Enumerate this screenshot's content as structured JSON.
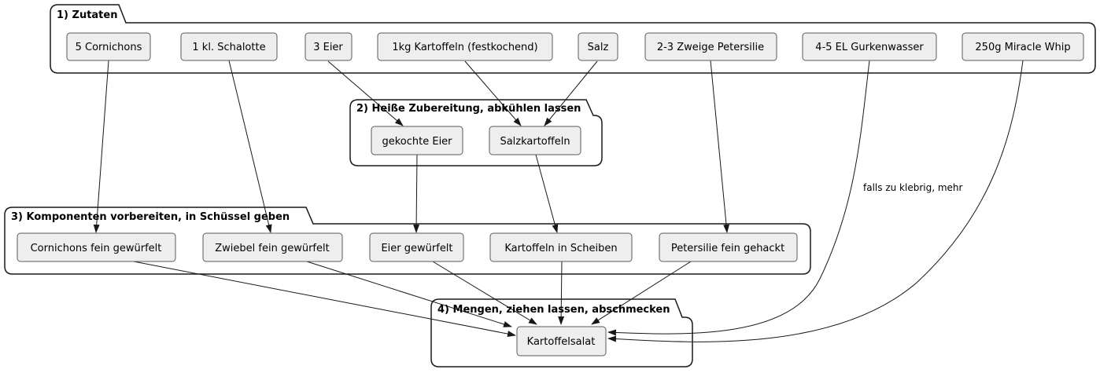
{
  "diagram": {
    "type": "flowchart",
    "background": "#ffffff",
    "colors": {
      "node_fill": "#eeeeee",
      "node_border": "#595959",
      "frame_border": "#181818",
      "edge": "#181818",
      "text": "#000000"
    },
    "groups": [
      {
        "title": "1) Zutaten",
        "nodes": [
          "5 Cornichons",
          "1 kl. Schalotte",
          "3 Eier",
          "1kg Kartoffeln (festkochend)",
          "Salz",
          "2-3 Zweige Petersilie",
          "4-5 EL Gurkenwasser",
          "250g Miracle Whip"
        ]
      },
      {
        "title": "2) Heiße Zubereitung, abkühlen lassen",
        "nodes": [
          "gekochte Eier",
          "Salzkartoffeln"
        ]
      },
      {
        "title": "3) Komponenten vorbereiten, in Schüssel geben",
        "nodes": [
          "Cornichons fein gewürfelt",
          "Zwiebel fein gewürfelt",
          "Eier gewürfelt",
          "Kartoffeln in Scheiben",
          "Petersilie fein gehackt"
        ]
      },
      {
        "title": "4) Mengen, ziehen lassen, abschmecken",
        "nodes": [
          "Kartoffelsalat"
        ]
      }
    ],
    "edges": [
      {
        "from": "5 Cornichons",
        "to": "Cornichons fein gewürfelt",
        "label": ""
      },
      {
        "from": "1 kl. Schalotte",
        "to": "Zwiebel fein gewürfelt",
        "label": ""
      },
      {
        "from": "3 Eier",
        "to": "gekochte Eier",
        "label": ""
      },
      {
        "from": "1kg Kartoffeln (festkochend)",
        "to": "Salzkartoffeln",
        "label": ""
      },
      {
        "from": "Salz",
        "to": "Salzkartoffeln",
        "label": ""
      },
      {
        "from": "2-3 Zweige Petersilie",
        "to": "Petersilie fein gehackt",
        "label": ""
      },
      {
        "from": "gekochte Eier",
        "to": "Eier gewürfelt",
        "label": ""
      },
      {
        "from": "Salzkartoffeln",
        "to": "Kartoffeln in Scheiben",
        "label": ""
      },
      {
        "from": "Cornichons fein gewürfelt",
        "to": "Kartoffelsalat",
        "label": ""
      },
      {
        "from": "Zwiebel fein gewürfelt",
        "to": "Kartoffelsalat",
        "label": ""
      },
      {
        "from": "Eier gewürfelt",
        "to": "Kartoffelsalat",
        "label": ""
      },
      {
        "from": "Kartoffeln in Scheiben",
        "to": "Kartoffelsalat",
        "label": ""
      },
      {
        "from": "Petersilie fein gehackt",
        "to": "Kartoffelsalat",
        "label": ""
      },
      {
        "from": "4-5 EL Gurkenwasser",
        "to": "Kartoffelsalat",
        "label": "falls zu klebrig, mehr"
      },
      {
        "from": "250g Miracle Whip",
        "to": "Kartoffelsalat",
        "label": ""
      }
    ]
  }
}
